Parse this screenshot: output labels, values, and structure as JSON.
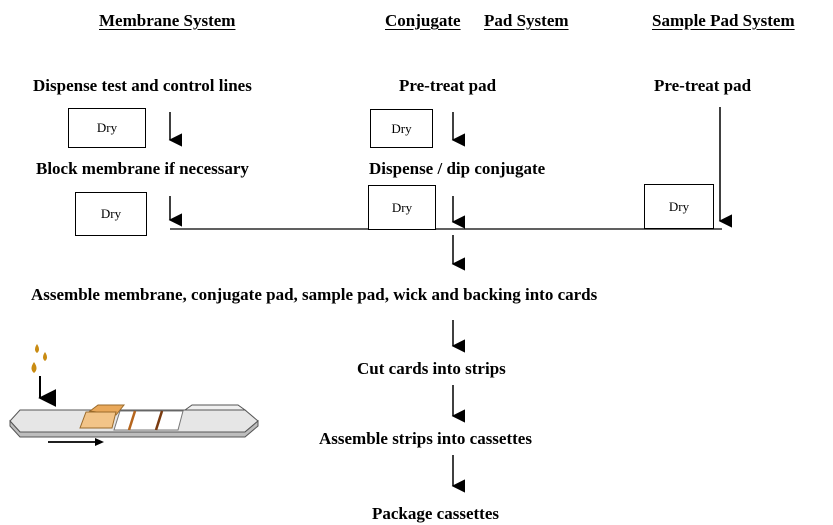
{
  "headers": {
    "membrane": "Membrane System",
    "conjugate_a": "Conjugate",
    "conjugate_b": "Pad System",
    "sample": "Sample Pad System"
  },
  "steps": {
    "dispense_lines": "Dispense test and control lines",
    "block_membrane": "Block membrane if necessary",
    "pretreat_conjugate": "Pre-treat pad",
    "dispense_conjugate": "Dispense / dip conjugate",
    "pretreat_sample": "Pre-treat pad",
    "assemble_cards": "Assemble membrane, conjugate pad, sample pad, wick and backing into cards",
    "cut_strips": "Cut cards into strips",
    "assemble_cassettes": "Assemble strips into cassettes",
    "package": "Package cassettes"
  },
  "dry_label": "Dry",
  "colors": {
    "ink": "#000000",
    "pad": "#e9a85a",
    "drop": "#c98b12",
    "strip": "#d9d9d9"
  },
  "icons": [
    "down-arrow-icon",
    "drop-icon",
    "test-strip-icon",
    "flow-arrow-icon"
  ]
}
